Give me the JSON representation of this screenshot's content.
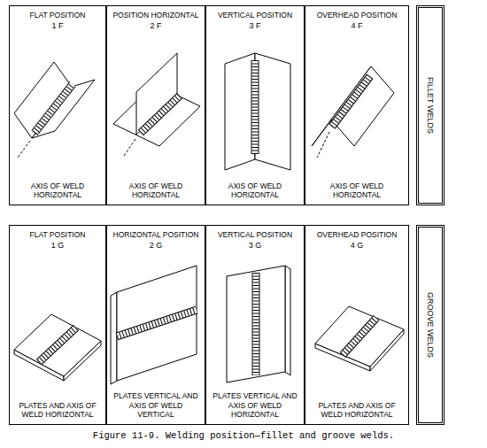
{
  "diagram": {
    "caption": "Figure 11-9. Welding position—fillet and groove welds.",
    "nodes": [
      {
        "text": [
          "FLAT POSITION",
          "1 F",
          "AXIS OF WELD HORIZONTAL"
        ]
      },
      {
        "text": [
          "POSITION HORIZONTAL",
          "2 F",
          "AXIS OF WELD HORIZONTAL"
        ]
      },
      {
        "text": [
          "VERTICAL POSITION",
          "3 F",
          "AXIS OF WELD HORIZONTAL"
        ]
      },
      {
        "text": [
          "OVERHEAD POSITION",
          "4 F",
          "AXIS OF WELD HORIZONTAL"
        ]
      },
      {
        "text": [
          "FILLET WELDS"
        ]
      },
      {
        "text": [
          "FLAT POSITION",
          "1 G",
          "PLATES AND AXIS OF WELD HORIZONTAL"
        ]
      },
      {
        "text": [
          "HORIZONTAL POSITION",
          "2 G",
          "PLATES VERTICAL AND AXIS OF WELD VERTICAL"
        ]
      },
      {
        "text": [
          "VERTICAL POSITION",
          "3 G",
          "PLATES VERTICAL AND AXIS OF WELD HORIZONTAL"
        ]
      },
      {
        "text": [
          "OVERHEAD POSITION",
          "4 G",
          "PLATES AND AXIS OF WELD HORIZONTAL"
        ]
      },
      {
        "text": [
          "GROOVE WELDS"
        ]
      }
    ]
  }
}
